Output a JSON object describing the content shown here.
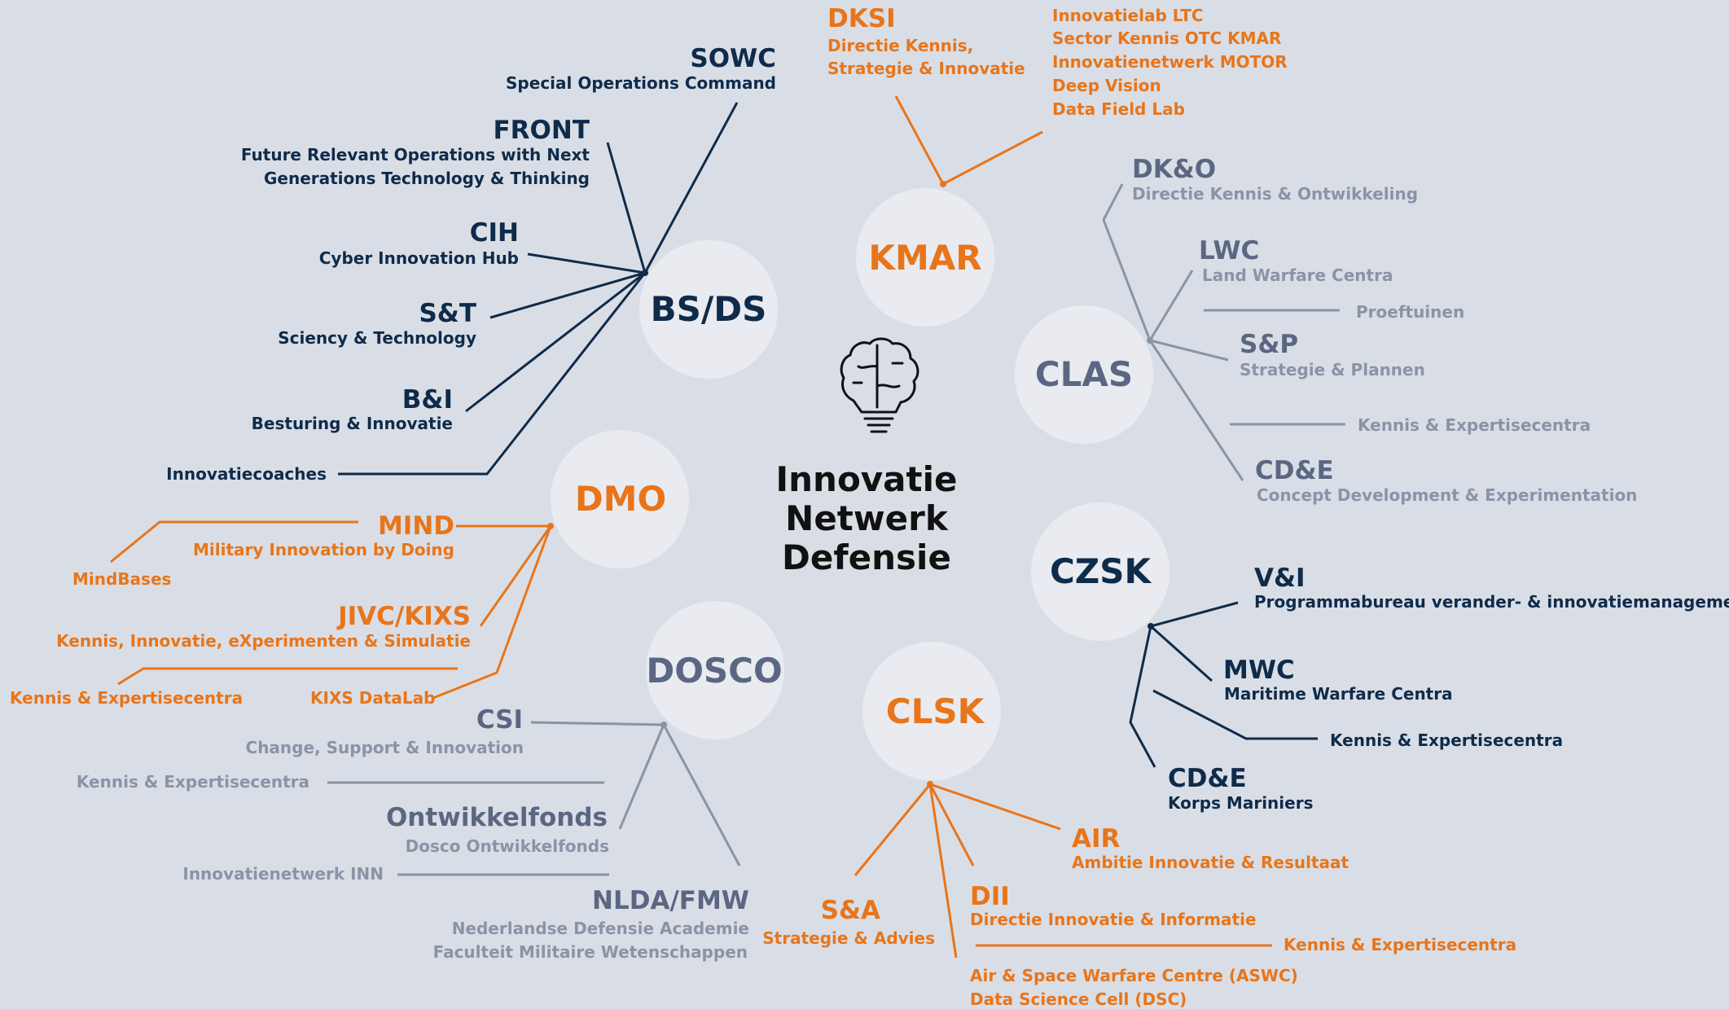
{
  "colors": {
    "background": "#d9dee6",
    "navy": "#0f2b4a",
    "orange": "#e8751a",
    "gray": "#8a94a6",
    "slate": "#5b6782",
    "circle": "#e9ebf1"
  },
  "center": {
    "icon": "brain-lightbulb-icon",
    "title_lines": [
      "Innovatie",
      "Netwerk",
      "Defensie"
    ]
  },
  "nodes": {
    "bsds": "BS/DS",
    "kmar": "KMAR",
    "clas": "CLAS",
    "czsk": "CZSK",
    "clsk": "CLSK",
    "dosco": "DOSCO",
    "dmo": "DMO"
  },
  "bsds": {
    "sowc": {
      "title": "SOWC",
      "sub": "Special Operations Command"
    },
    "front": {
      "title": "FRONT",
      "sub1": "Future Relevant Operations with Next",
      "sub2": "Generations Technology & Thinking"
    },
    "cih": {
      "title": "CIH",
      "sub": "Cyber Innovation Hub"
    },
    "st": {
      "title": "S&T",
      "sub": "Sciency & Technology"
    },
    "bi": {
      "title": "B&I",
      "sub": "Besturing & Innovatie"
    },
    "coaches": "Innovatiecoaches"
  },
  "kmar": {
    "dksi": {
      "title": "DKSI",
      "sub1": "Directie Kennis,",
      "sub2": "Strategie & Innovatie"
    },
    "list": [
      "Innovatielab LTC",
      "Sector Kennis OTC KMAR",
      "Innovatienetwerk MOTOR",
      "Deep Vision",
      "Data Field Lab"
    ]
  },
  "clas": {
    "dko": {
      "title": "DK&O",
      "sub": "Directie Kennis & Ontwikkeling"
    },
    "lwc": {
      "title": "LWC",
      "sub": "Land Warfare Centra"
    },
    "proeftuinen": "Proeftuinen",
    "sp": {
      "title": "S&P",
      "sub": "Strategie & Plannen"
    },
    "kennis": "Kennis & Expertisecentra",
    "cde": {
      "title": "CD&E",
      "sub": "Concept Development & Experimentation"
    }
  },
  "czsk": {
    "vi": {
      "title": "V&I",
      "sub": "Programmabureau verander- & innovatiemanagement"
    },
    "mwc": {
      "title": "MWC",
      "sub": "Maritime Warfare Centra"
    },
    "kennis": "Kennis & Expertisecentra",
    "cde": {
      "title": "CD&E",
      "sub": "Korps Mariniers"
    }
  },
  "clsk": {
    "air": {
      "title": "AIR",
      "sub": "Ambitie Innovatie & Resultaat"
    },
    "dii": {
      "title": "DII",
      "sub": "Directie Innovatie & Informatie"
    },
    "kennis": "Kennis & Expertisecentra",
    "sa": {
      "title": "S&A",
      "sub": "Strategie & Advies"
    },
    "aswc": "Air & Space Warfare Centre (ASWC)",
    "dsc": "Data Science Cell (DSC)"
  },
  "dosco": {
    "csi": {
      "title": "CSI",
      "sub": "Change, Support & Innovation"
    },
    "kennis": "Kennis & Expertisecentra",
    "ontw": {
      "title": "Ontwikkelfonds",
      "sub": "Dosco Ontwikkelfonds"
    },
    "inn": "Innovatienetwerk INN",
    "nlda": {
      "title": "NLDA/FMW",
      "sub1": "Nederlandse Defensie Academie",
      "sub2": "Faculteit Militaire Wetenschappen"
    }
  },
  "dmo": {
    "mind": {
      "title": "MIND",
      "sub": "Military Innovation by Doing"
    },
    "mindbases": "MindBases",
    "jivc": {
      "title": "JIVC/KIXS",
      "sub": "Kennis, Innovatie, eXperimenten & Simulatie"
    },
    "kennis": "Kennis & Expertisecentra",
    "datalab": "KIXS DataLab"
  }
}
